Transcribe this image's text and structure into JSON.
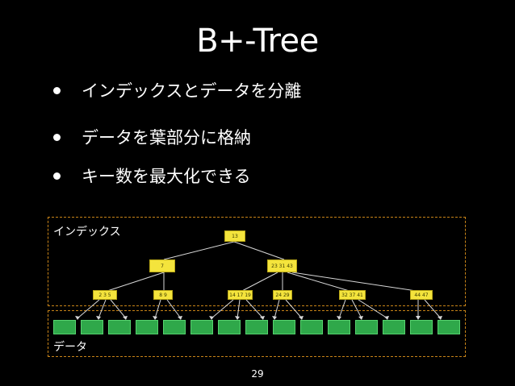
{
  "slide": {
    "title": "B+-Tree",
    "bullets": [
      "インデックスとデータを分離",
      "データを葉部分に格納",
      "キー数を最大化できる"
    ],
    "page_number": "29"
  },
  "diagram": {
    "index_label": "インデックス",
    "data_label": "データ",
    "root": "13",
    "internal": [
      "7",
      "23 31 43"
    ],
    "leaves": [
      "2 3 5",
      "8 9",
      "14 17 19",
      "24 29",
      "32 37 41",
      "44 47"
    ],
    "colors": {
      "background": "#000000",
      "index_node": "#f4e43c",
      "data_block": "#2fa84a",
      "region_border": "#c88418"
    }
  }
}
